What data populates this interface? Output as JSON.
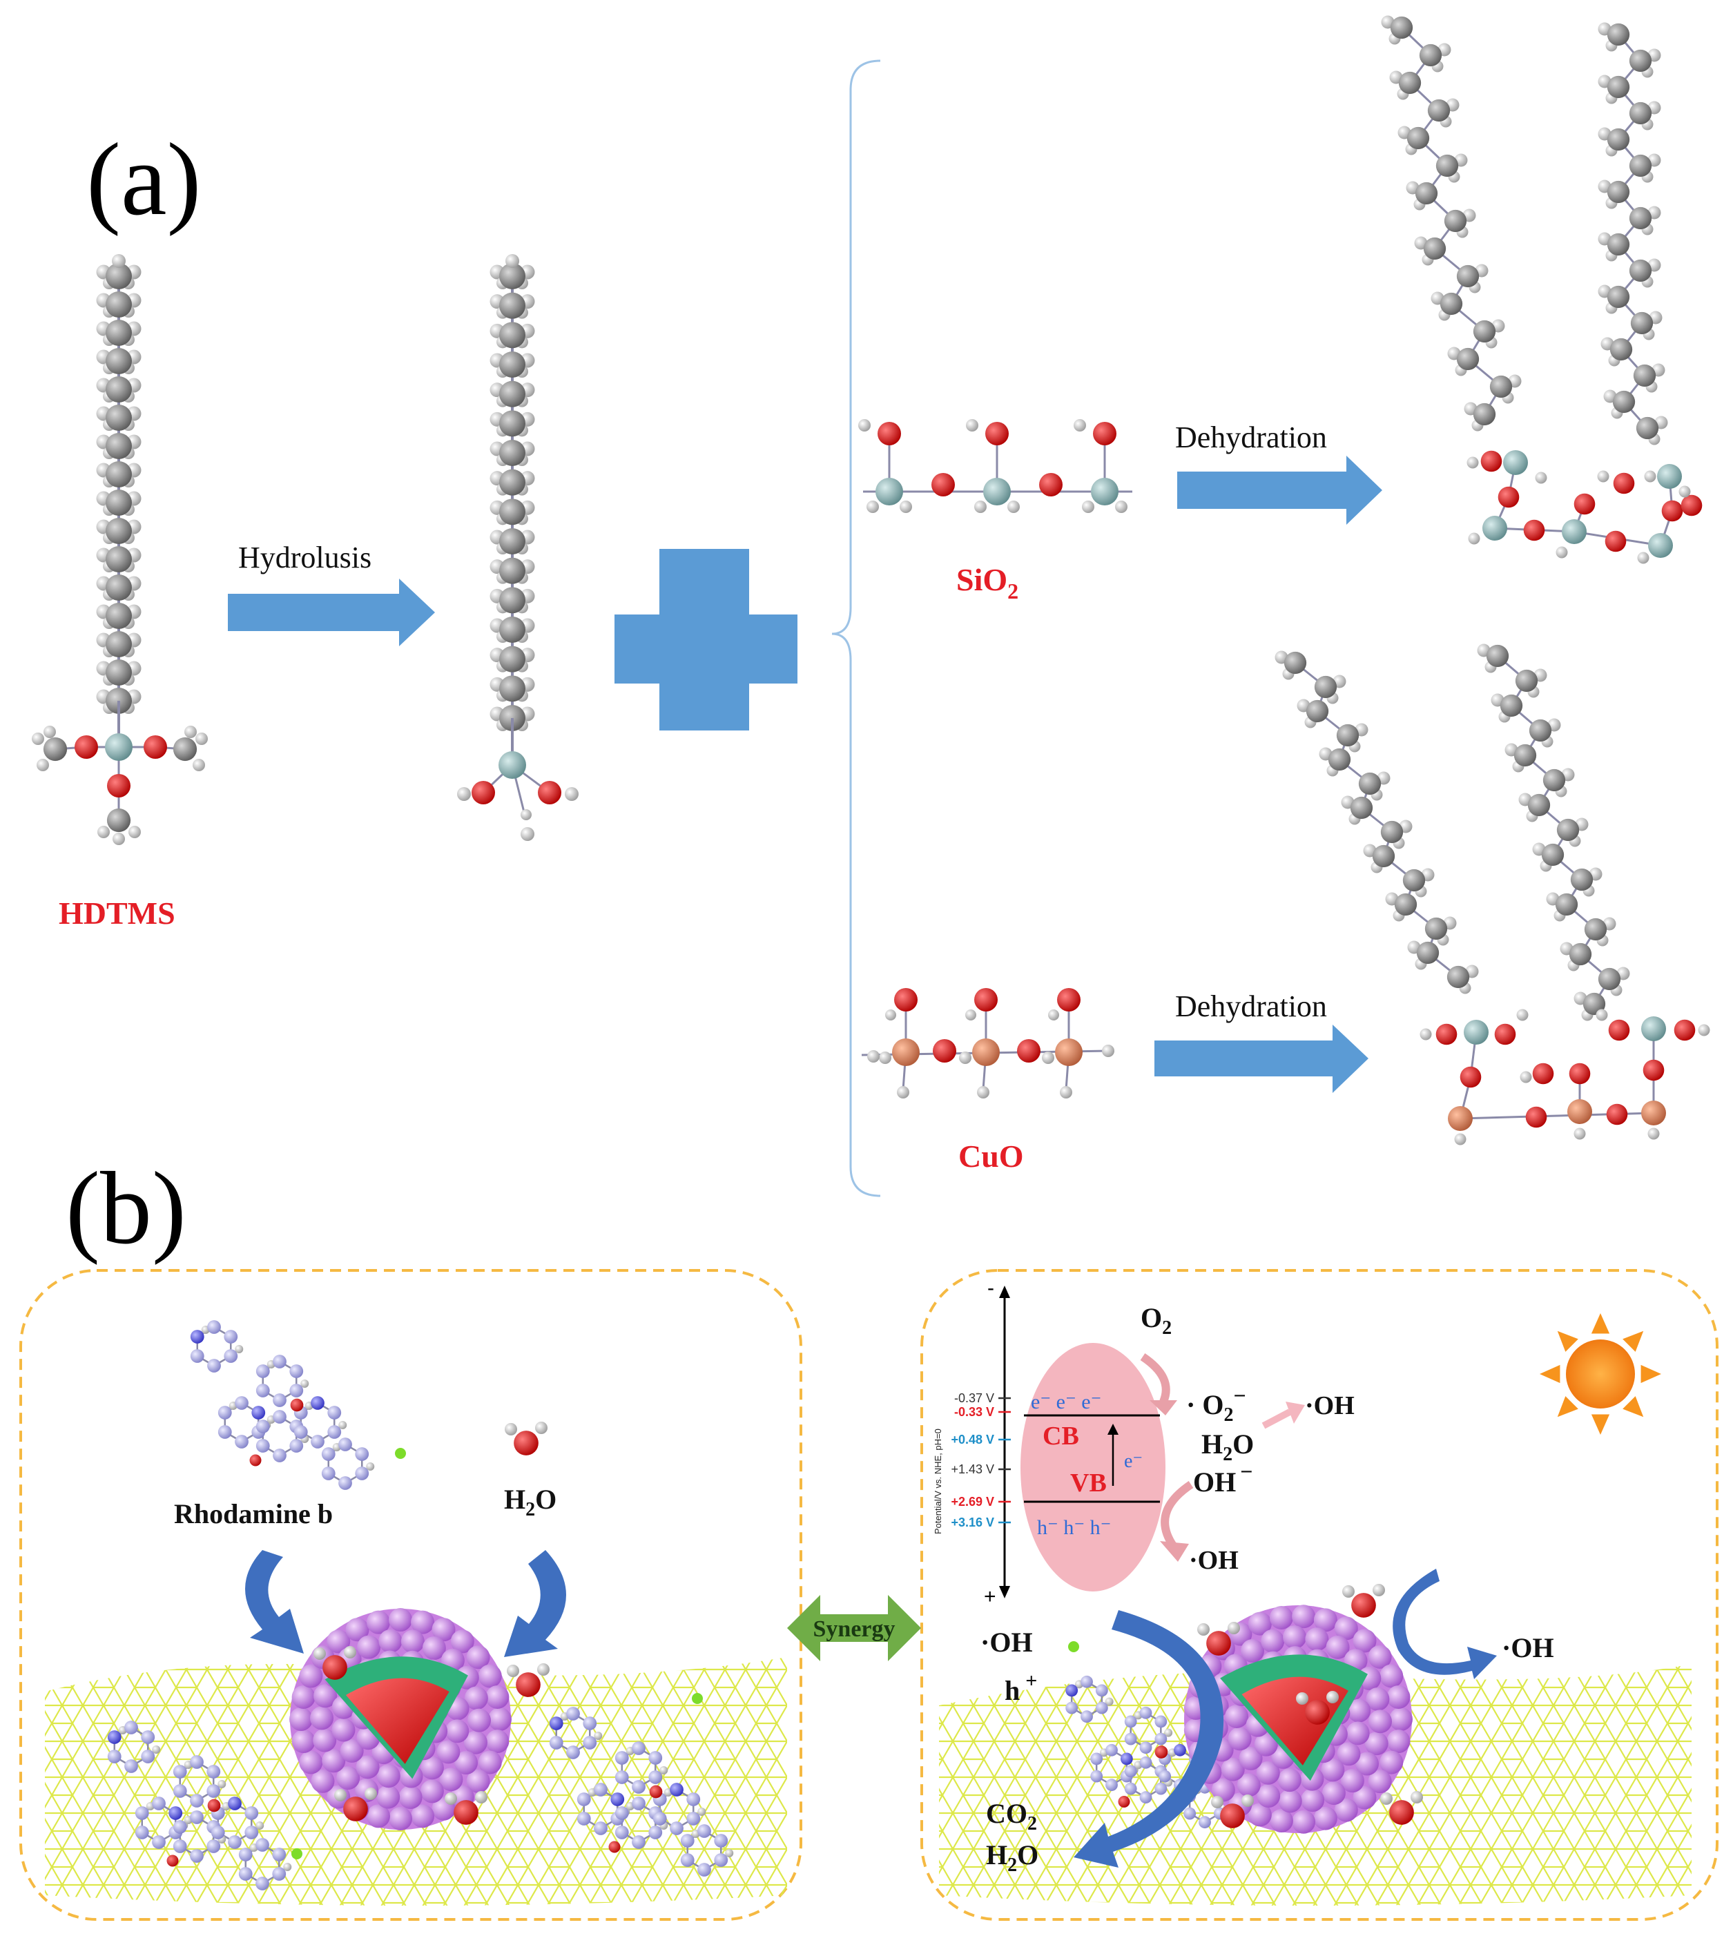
{
  "panel_a": {
    "label": "(a)",
    "hdtms_label": "HDTMS",
    "hydrolysis_label": "Hydrolusis",
    "sio2_label_main": "SiO",
    "sio2_label_sub": "2",
    "cuo_label": "CuO",
    "dehydration_label_top": "Dehydration",
    "dehydration_label_bottom": "Dehydration"
  },
  "panel_b": {
    "label": "(b)",
    "rhodamine_label": "Rhodamine b",
    "water_left_main": "H",
    "water_left_sub": "2",
    "water_left_tail": "O",
    "synergy_label": "Synergy",
    "o2_main": "O",
    "o2_sub": "2",
    "superoxide_main": "· O",
    "superoxide_sub": "2",
    "superoxide_sup": "−",
    "oh_radical_1": "·OH",
    "water_right_main": "H",
    "water_right_sub": "2",
    "water_right_tail": "O",
    "hydroxide_main": "OH",
    "hydroxide_sup": "−",
    "oh_radical_2": "·OH",
    "oh_radical_3": "·OH",
    "oh_radical_4": "·OH",
    "hole_main": "h",
    "hole_sup": "+",
    "co2_main": "CO",
    "co2_sub": "2",
    "water_product_main": "H",
    "water_product_sub": "2",
    "water_product_tail": "O",
    "cb_label": "CB",
    "vb_label": "VB",
    "electrons_label": "e⁻ e⁻ e⁻",
    "holes_label": "h⁻ h⁻ h⁻",
    "electron_single": "e⁻",
    "axis_label": "Potential/V vs. NHE, pH=0",
    "axis_minus": "-",
    "axis_plus": "+",
    "potentials": [
      {
        "text": "-0.37 V",
        "color": "#333333"
      },
      {
        "text": "-0.33 V",
        "color": "#e41e26"
      },
      {
        "text": "+0.48 V",
        "color": "#1e8fc8"
      },
      {
        "text": "+1.43 V",
        "color": "#333333"
      },
      {
        "text": "+2.69 V",
        "color": "#e41e26"
      },
      {
        "text": "+3.16 V",
        "color": "#1e8fc8"
      }
    ]
  },
  "colors": {
    "arrow_blue": "#5b9bd5",
    "label_red": "#e41e26",
    "carbon_gray": "#8c8c8c",
    "oxygen_red": "#e01010",
    "silicon_teal": "#8fb3b5",
    "copper_salmon": "#e08060",
    "synergy_green": "#70ad47",
    "sun_orange": "#f7941d",
    "band_pink": "#f4b6bf",
    "border_orange": "#f5b942",
    "particle_purple": "#c77fe0",
    "core_red": "#e02a2a",
    "shell_green": "#2eb07a",
    "mesh_yellow": "#dde84a"
  }
}
